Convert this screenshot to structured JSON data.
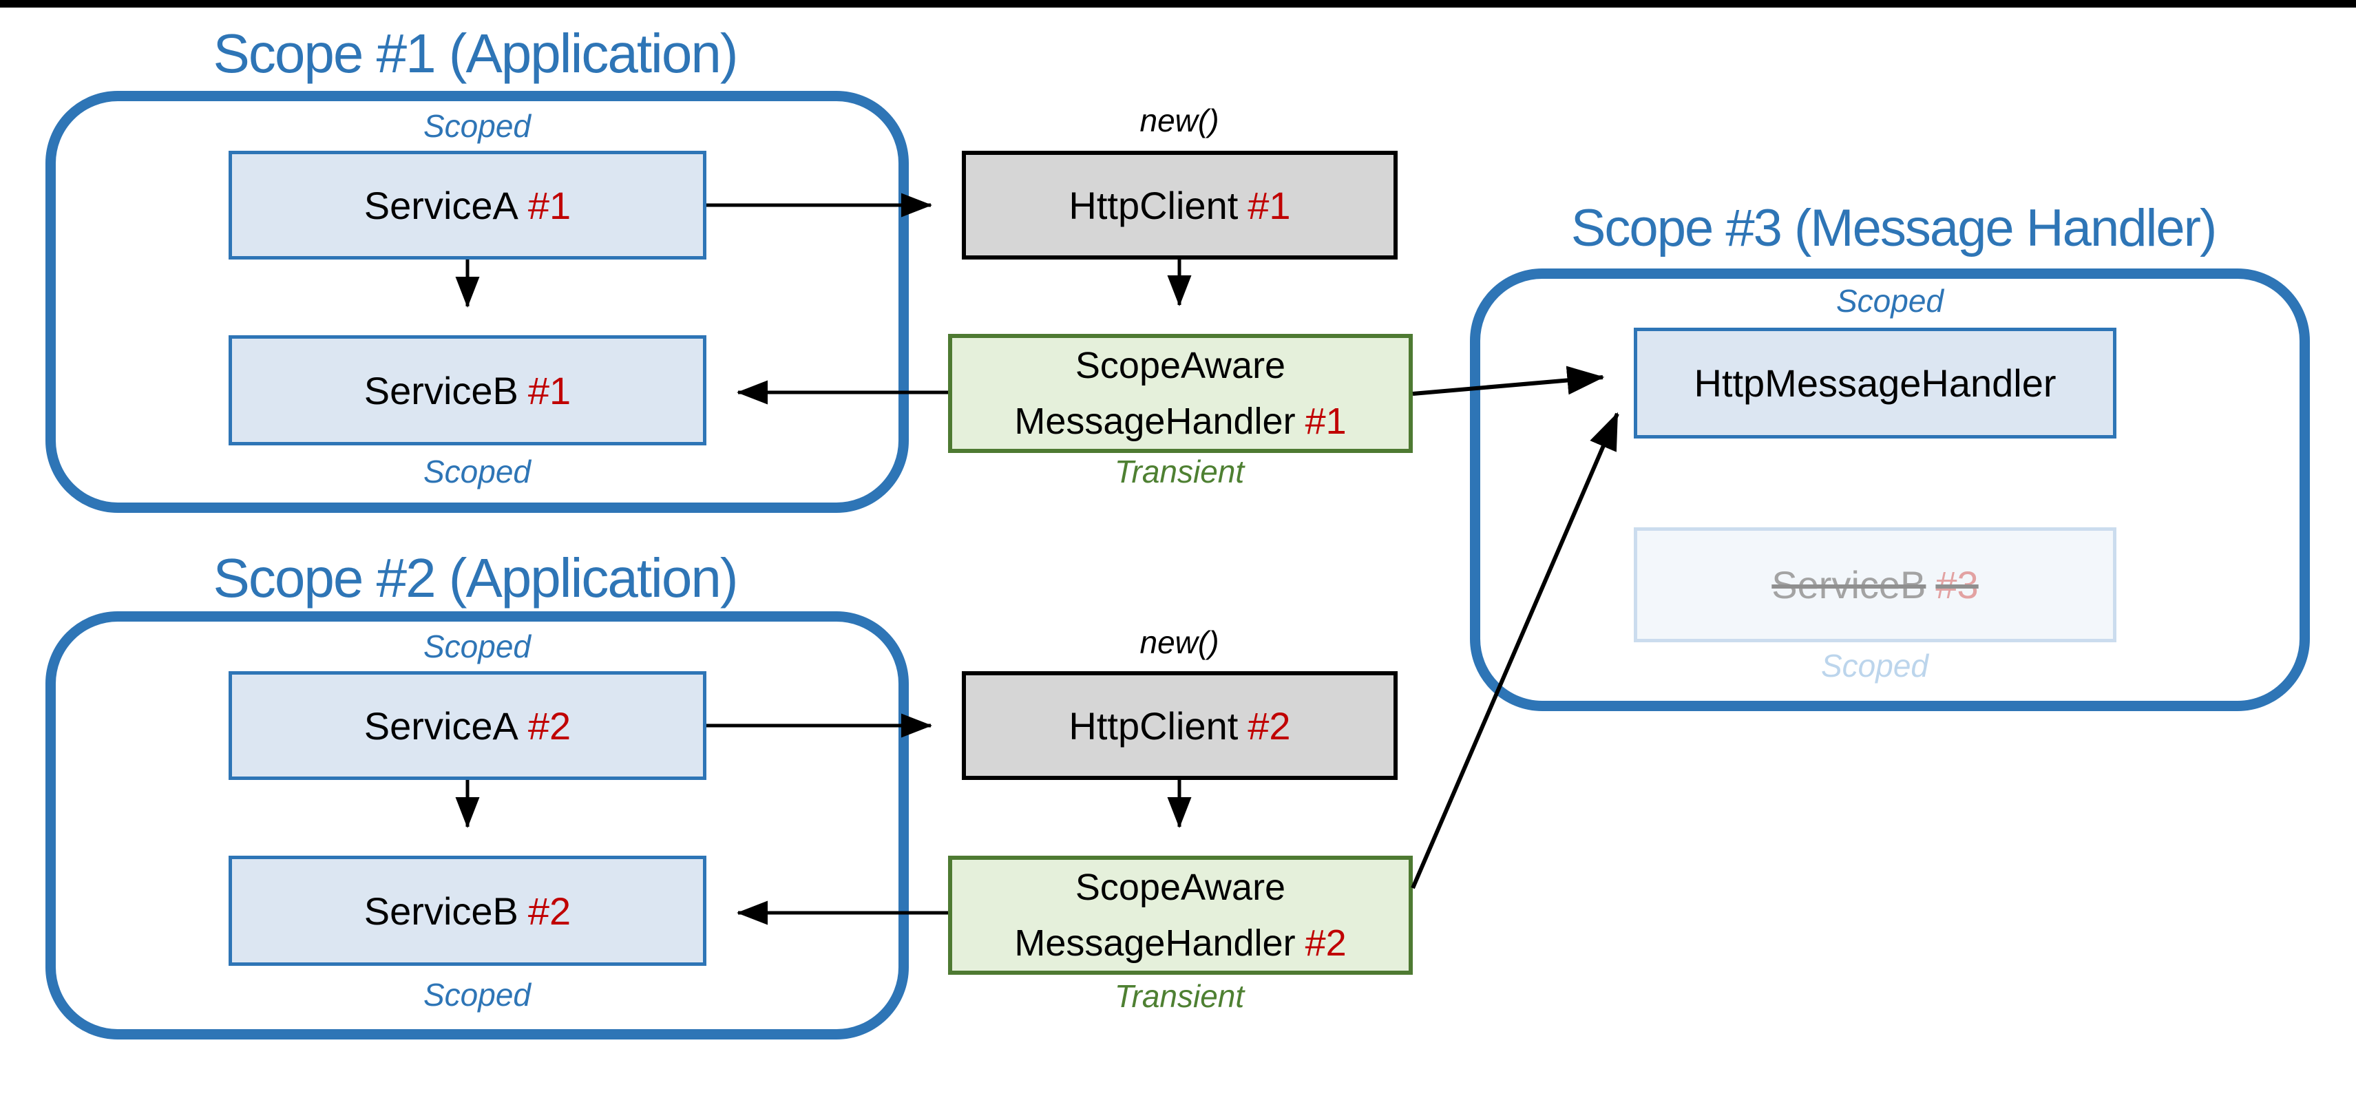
{
  "scopes": [
    {
      "title": "Scope #1 (Application)",
      "scoped_top": "Scoped",
      "scoped_bottom": "Scoped"
    },
    {
      "title": "Scope #2 (Application)",
      "scoped_top": "Scoped",
      "scoped_bottom": "Scoped"
    },
    {
      "title": "Scope #3 (Message Handler)",
      "scoped_top": "Scoped"
    }
  ],
  "nodes": {
    "serviceA1": {
      "name": "ServiceA",
      "instance": "#1"
    },
    "serviceB1": {
      "name": "ServiceB",
      "instance": "#1"
    },
    "httpClient1": {
      "name": "HttpClient",
      "instance": "#1",
      "annotation": "new()"
    },
    "handler1": {
      "line1": "ScopeAware",
      "line2": "MessageHandler",
      "instance": "#1",
      "lifetime": "Transient"
    },
    "serviceA2": {
      "name": "ServiceA",
      "instance": "#2"
    },
    "serviceB2": {
      "name": "ServiceB",
      "instance": "#2"
    },
    "httpClient2": {
      "name": "HttpClient",
      "instance": "#2",
      "annotation": "new()"
    },
    "handler2": {
      "line1": "ScopeAware",
      "line2": "MessageHandler",
      "instance": "#2",
      "lifetime": "Transient"
    },
    "httpMessageHandler": {
      "name": "HttpMessageHandler"
    },
    "serviceB3": {
      "name": "ServiceB",
      "instance": "#3",
      "lifetime": "Scoped"
    }
  },
  "colors": {
    "scope_border_blue": "#2E75B6",
    "title_blue": "#2E75B6",
    "node_blue_fill": "#DCE6F2",
    "node_gray_fill": "#D6D6D6",
    "node_green_fill": "#E5F0DB",
    "node_green_border": "#4E7A32",
    "transient_green": "#4E8032",
    "instance_red": "#C00000",
    "faded_fill": "#F3F7FB",
    "faded_border": "#CBDCEE",
    "faded_text": "#A3A3A3",
    "arrow_black": "#000000"
  }
}
